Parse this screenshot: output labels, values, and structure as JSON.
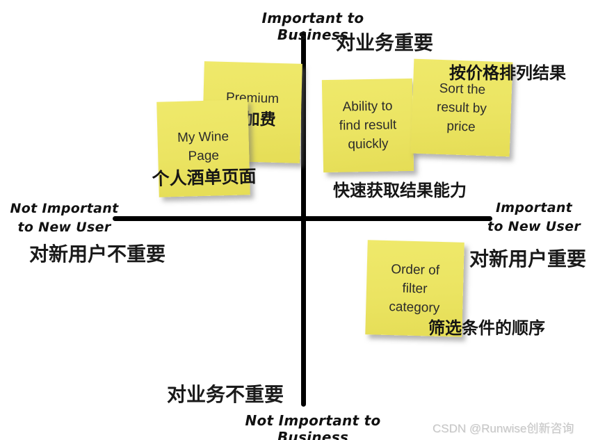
{
  "matrix": {
    "axis_labels": {
      "top_en": "Important to Business",
      "top_zh": "对业务重要",
      "bottom_zh": "对业务不重要",
      "bottom_en": "Not Important to Business",
      "left_en_line1": "Not Important",
      "left_en_line2": "to New User",
      "left_zh": "对新用户不重要",
      "right_en_line1": "Important",
      "right_en_line2": "to New User",
      "right_zh": "对新用户重要"
    },
    "notes": {
      "premium": {
        "line1": "Premium",
        "zh": "附加费"
      },
      "my_wine_page": {
        "line1": "My Wine",
        "line2": "Page",
        "zh": "个人酒单页面"
      },
      "ability_to_find": {
        "line1": "Ability to",
        "line2": "find result",
        "line3": "quickly",
        "zh": "快速获取结果能力"
      },
      "sort_by_price": {
        "line1": "Sort the",
        "line2": "result by",
        "line3": "price",
        "zh": "按价格排列结果"
      },
      "order_of_filter": {
        "line1": "Order of",
        "line2": "filter",
        "line3": "category",
        "zh": "筛选条件的顺序"
      }
    },
    "colors": {
      "sticky_note": "#ece566",
      "axis": "#000000",
      "text": "#1a1a1a",
      "watermark": "#c6c6c6"
    }
  },
  "watermark": "CSDN @Runwise创新咨询"
}
